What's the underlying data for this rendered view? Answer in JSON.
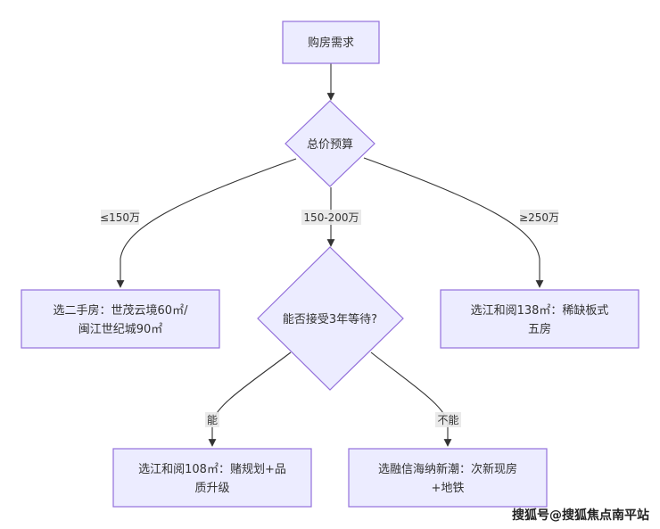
{
  "colors": {
    "node_fill": "#ECECFF",
    "node_stroke": "#9370DB",
    "edge": "#333333",
    "label_bg": "#E8E8E8",
    "text": "#333333"
  },
  "nodes": {
    "start": {
      "label": "购房需求"
    },
    "budget": {
      "label": "总价预算"
    },
    "second_hand": {
      "lines": [
        "选二手房：世茂云境60㎡/",
        "闽江世纪城90㎡"
      ]
    },
    "wait": {
      "label": "能否接受3年等待?"
    },
    "jianghe138": {
      "lines": [
        "选江和阅138㎡：稀缺板式",
        "五房"
      ]
    },
    "jianghe108": {
      "lines": [
        "选江和阅108㎡：赌规划+品",
        "质升级"
      ]
    },
    "ronghai": {
      "lines": [
        "选融信海纳新潮：次新现房",
        "+地铁"
      ]
    }
  },
  "edges": {
    "le150": "≤150万",
    "mid": "150-200万",
    "ge250": "≥250万",
    "yes": "能",
    "no": "不能"
  },
  "watermark": "搜狐号@搜狐焦点南平站"
}
